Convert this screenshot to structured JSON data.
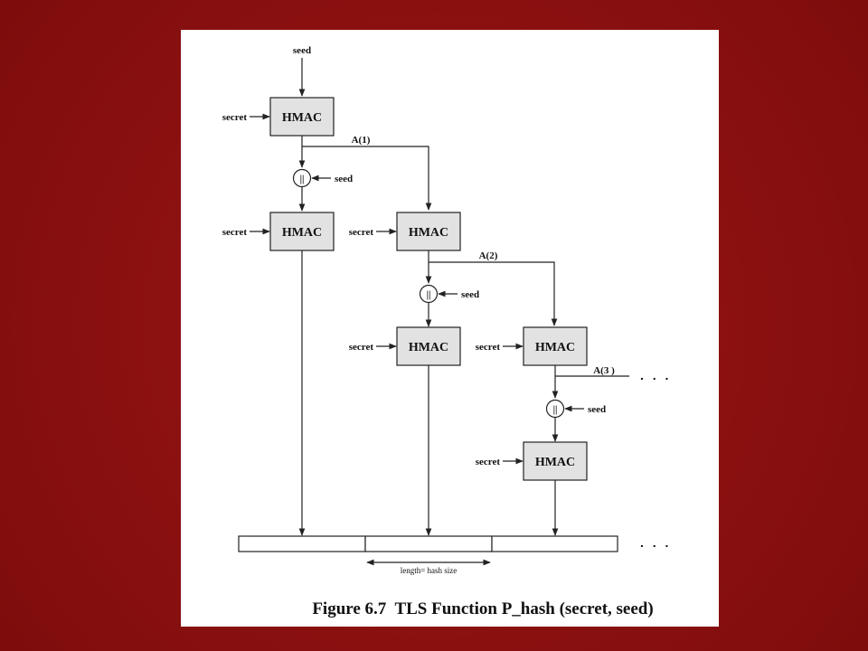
{
  "figure": {
    "caption": "Figure 6.7  TLS Function P_hash (secret, seed)",
    "hmac_label": "HMAC",
    "secret_label": "secret",
    "seed_label": "seed",
    "concat_symbol": "||",
    "a1_label": "A(1)",
    "a2_label": "A(2)",
    "a3_label": "A(3 )",
    "ellipsis": ". . .",
    "length_label": "length= hash size"
  }
}
